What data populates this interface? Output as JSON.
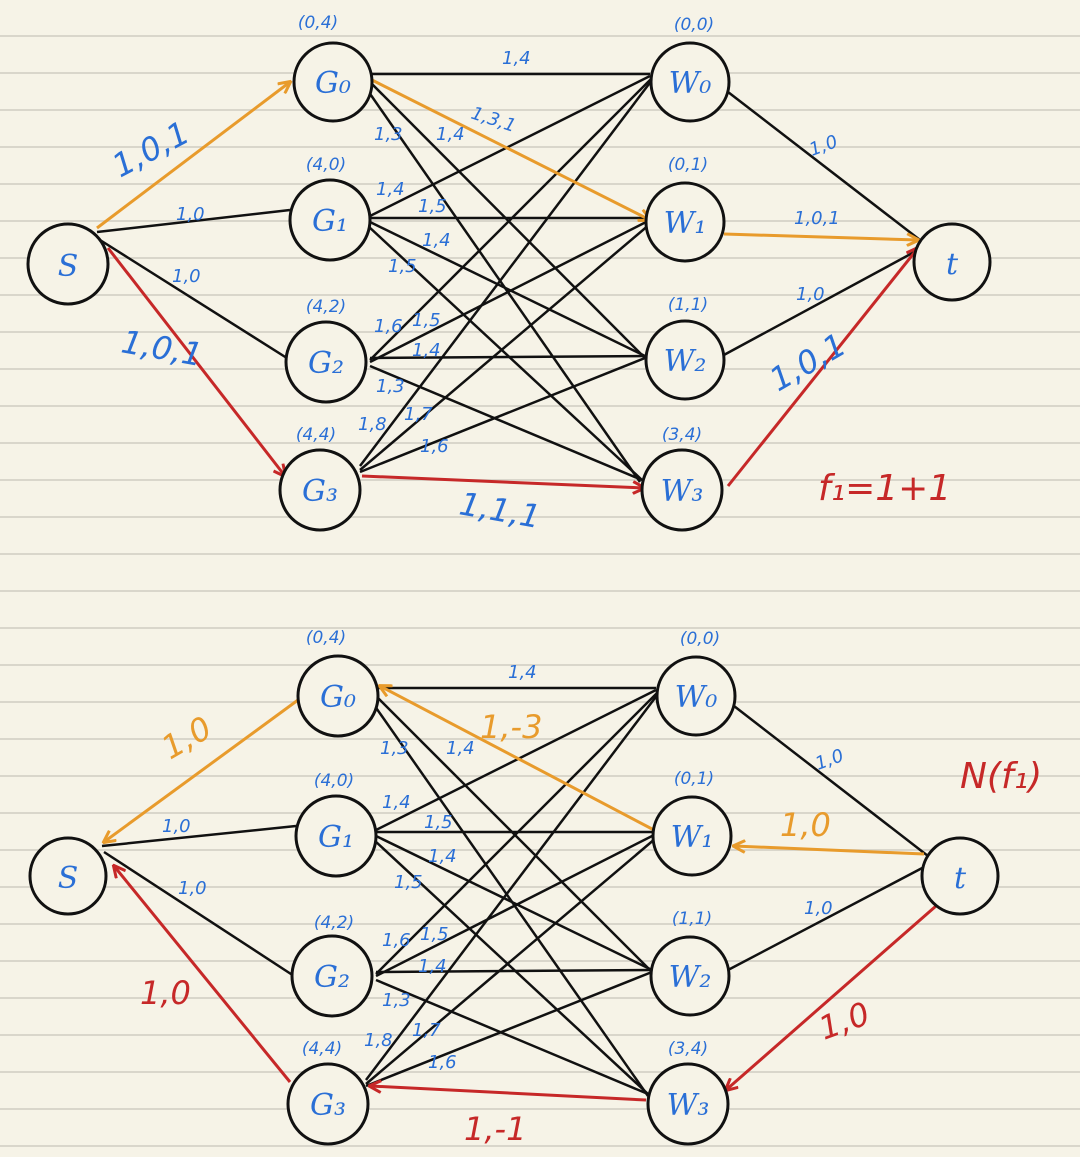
{
  "colors": {
    "black": "#111111",
    "blue": "#2a6fd6",
    "orange": "#e89b2c",
    "red": "#c62828"
  },
  "top": {
    "nodes": [
      {
        "id": "s",
        "label": "S"
      },
      {
        "id": "g0",
        "label": "G₀",
        "coord": "(0,4)"
      },
      {
        "id": "g1",
        "label": "G₁",
        "coord": "(4,0)"
      },
      {
        "id": "g2",
        "label": "G₂",
        "coord": "(4,2)"
      },
      {
        "id": "g3",
        "label": "G₃",
        "coord": "(4,4)"
      },
      {
        "id": "w0",
        "label": "W₀",
        "coord": "(0,0)"
      },
      {
        "id": "w1",
        "label": "W₁",
        "coord": "(0,1)"
      },
      {
        "id": "w2",
        "label": "W₂",
        "coord": "(1,1)"
      },
      {
        "id": "w3",
        "label": "W₃",
        "coord": "(3,4)"
      },
      {
        "id": "t",
        "label": "t"
      }
    ],
    "edge_labels": [
      {
        "id": "s-g0",
        "text": "1,0,1",
        "color": "blue+orange"
      },
      {
        "id": "s-g1",
        "text": "1,0",
        "color": "blue"
      },
      {
        "id": "s-g2",
        "text": "1,0",
        "color": "blue"
      },
      {
        "id": "s-g3",
        "text": "1,0,1",
        "color": "blue+red"
      },
      {
        "id": "g0-w0",
        "text": "1,4",
        "color": "blue"
      },
      {
        "id": "g0-w1",
        "text": "1,3,1",
        "color": "blue+orange"
      },
      {
        "id": "g0-w2",
        "text": "1,3",
        "color": "blue"
      },
      {
        "id": "g0-w3",
        "text": "1,4",
        "color": "blue"
      },
      {
        "id": "g1-w0",
        "text": "1,4",
        "color": "blue"
      },
      {
        "id": "g1-w1",
        "text": "1,5",
        "color": "blue"
      },
      {
        "id": "g1-w2",
        "text": "1,4",
        "color": "blue"
      },
      {
        "id": "g1-w3",
        "text": "1,5",
        "color": "blue"
      },
      {
        "id": "g2-w0",
        "text": "1,6",
        "color": "blue"
      },
      {
        "id": "g2-w1",
        "text": "1,5",
        "color": "blue"
      },
      {
        "id": "g2-w2",
        "text": "1,4",
        "color": "blue"
      },
      {
        "id": "g2-w3",
        "text": "1,3",
        "color": "blue"
      },
      {
        "id": "g3-w0",
        "text": "1,8",
        "color": "blue"
      },
      {
        "id": "g3-w1",
        "text": "1,7",
        "color": "blue"
      },
      {
        "id": "g3-w2",
        "text": "1,6",
        "color": "blue"
      },
      {
        "id": "g3-w3",
        "text": "1,1,1",
        "color": "blue+red"
      },
      {
        "id": "w0-t",
        "text": "1,0",
        "color": "blue"
      },
      {
        "id": "w1-t",
        "text": "1,0,1",
        "color": "blue+orange"
      },
      {
        "id": "w2-t",
        "text": "1,0",
        "color": "blue"
      },
      {
        "id": "w3-t",
        "text": "1,0,1",
        "color": "blue+red"
      }
    ],
    "formula": "f₁=1+1"
  },
  "bottom": {
    "nodes": [
      {
        "id": "s",
        "label": "S"
      },
      {
        "id": "g0",
        "label": "G₀",
        "coord": "(0,4)"
      },
      {
        "id": "g1",
        "label": "G₁",
        "coord": "(4,0)"
      },
      {
        "id": "g2",
        "label": "G₂",
        "coord": "(4,2)"
      },
      {
        "id": "g3",
        "label": "G₃",
        "coord": "(4,4)"
      },
      {
        "id": "w0",
        "label": "W₀",
        "coord": "(0,0)"
      },
      {
        "id": "w1",
        "label": "W₁",
        "coord": "(0,1)"
      },
      {
        "id": "w2",
        "label": "W₂",
        "coord": "(1,1)"
      },
      {
        "id": "w3",
        "label": "W₃",
        "coord": "(3,4)"
      },
      {
        "id": "t",
        "label": "t"
      }
    ],
    "edge_labels": [
      {
        "id": "g0-s",
        "text": "1,0",
        "color": "orange"
      },
      {
        "id": "s-g1",
        "text": "1,0",
        "color": "blue"
      },
      {
        "id": "s-g2",
        "text": "1,0",
        "color": "blue"
      },
      {
        "id": "g3-s",
        "text": "1,0",
        "color": "red"
      },
      {
        "id": "g0-w0",
        "text": "1,4",
        "color": "blue"
      },
      {
        "id": "w1-g0",
        "text": "1,-3",
        "color": "orange"
      },
      {
        "id": "g0-w2",
        "text": "1,3",
        "color": "blue"
      },
      {
        "id": "g0-w3",
        "text": "1,4",
        "color": "blue"
      },
      {
        "id": "g1-w0",
        "text": "1,4",
        "color": "blue"
      },
      {
        "id": "g1-w1",
        "text": "1,5",
        "color": "blue"
      },
      {
        "id": "g1-w2",
        "text": "1,4",
        "color": "blue"
      },
      {
        "id": "g1-w3",
        "text": "1,5",
        "color": "blue"
      },
      {
        "id": "g2-w0",
        "text": "1,6",
        "color": "blue"
      },
      {
        "id": "g2-w1",
        "text": "1,5",
        "color": "blue"
      },
      {
        "id": "g2-w2",
        "text": "1,4",
        "color": "blue"
      },
      {
        "id": "g2-w3",
        "text": "1,3",
        "color": "blue"
      },
      {
        "id": "g3-w0",
        "text": "1,8",
        "color": "blue"
      },
      {
        "id": "g3-w1",
        "text": "1,7",
        "color": "blue"
      },
      {
        "id": "g3-w2",
        "text": "1,6",
        "color": "blue"
      },
      {
        "id": "w3-g3",
        "text": "1,-1",
        "color": "red"
      },
      {
        "id": "w0-t",
        "text": "1,0",
        "color": "blue"
      },
      {
        "id": "t-w1",
        "text": "1,0",
        "color": "orange"
      },
      {
        "id": "w2-t",
        "text": "1,0",
        "color": "blue"
      },
      {
        "id": "t-w3",
        "text": "1,0",
        "color": "red"
      }
    ],
    "title": "N(f₁)"
  }
}
